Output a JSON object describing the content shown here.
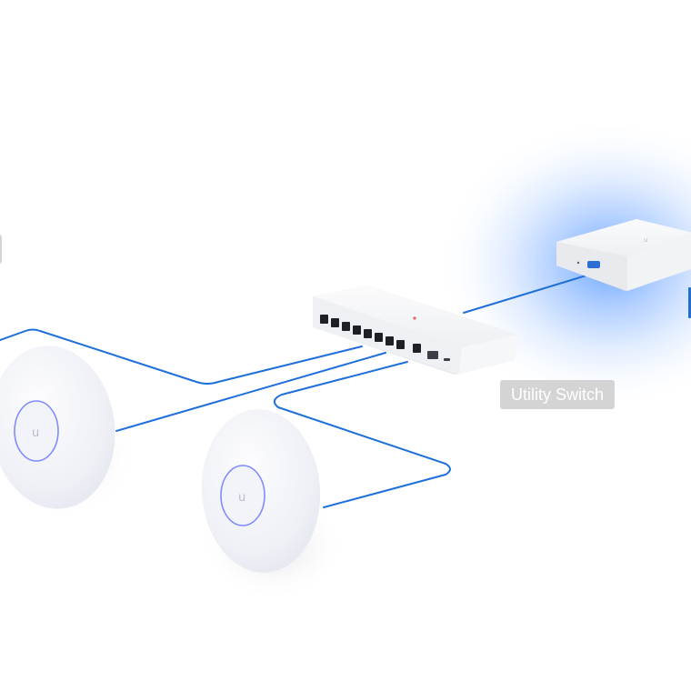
{
  "labels": {
    "utility_switch": "Utility Switch"
  },
  "colors": {
    "cable": "#1f6fdb",
    "glow": "#4f95ff",
    "device_body": "#f4f5f7",
    "label_bg": "#d4d4d4",
    "label_text": "#ffffff",
    "ap_ring": "#7f8cff"
  },
  "devices": [
    {
      "id": "gateway",
      "kind": "gateway-console",
      "icon": "ubiquiti-logo-icon"
    },
    {
      "id": "switch",
      "kind": "utility-switch",
      "ports": 8
    },
    {
      "id": "ap-left",
      "kind": "ceiling-access-point",
      "icon": "ubiquiti-logo-icon"
    },
    {
      "id": "ap-right",
      "kind": "ceiling-access-point",
      "icon": "ubiquiti-logo-icon"
    }
  ]
}
